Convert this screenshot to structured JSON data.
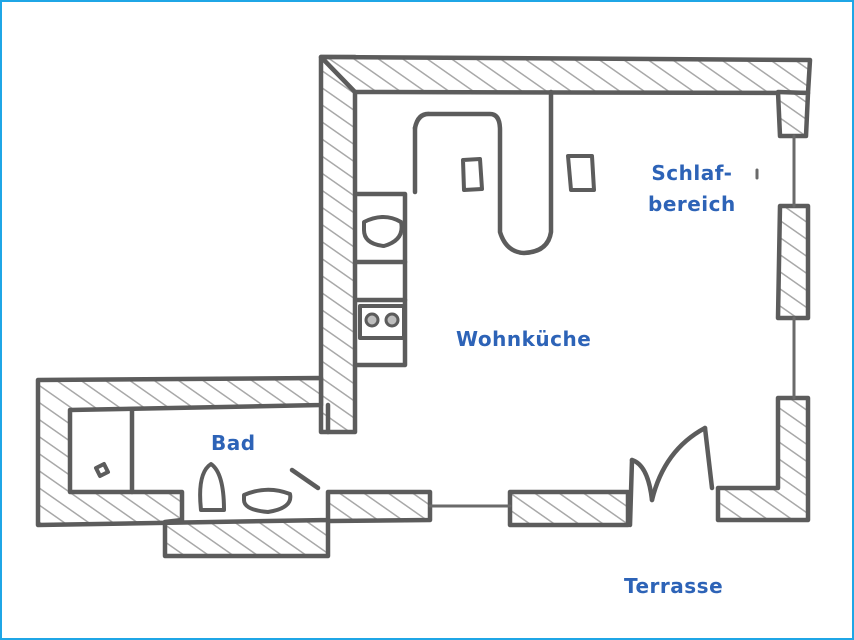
{
  "rooms": {
    "schlafbereich": {
      "line1": "Schlaf-",
      "line2": "bereich"
    },
    "wohnkueche": "Wohnküche",
    "bad": "Bad",
    "terrasse": "Terrasse"
  },
  "colors": {
    "label": "#2d63b7",
    "frame": "#1fa6e6",
    "wall_line": "#5c5c5c",
    "hatch": "#a8a8a8"
  }
}
